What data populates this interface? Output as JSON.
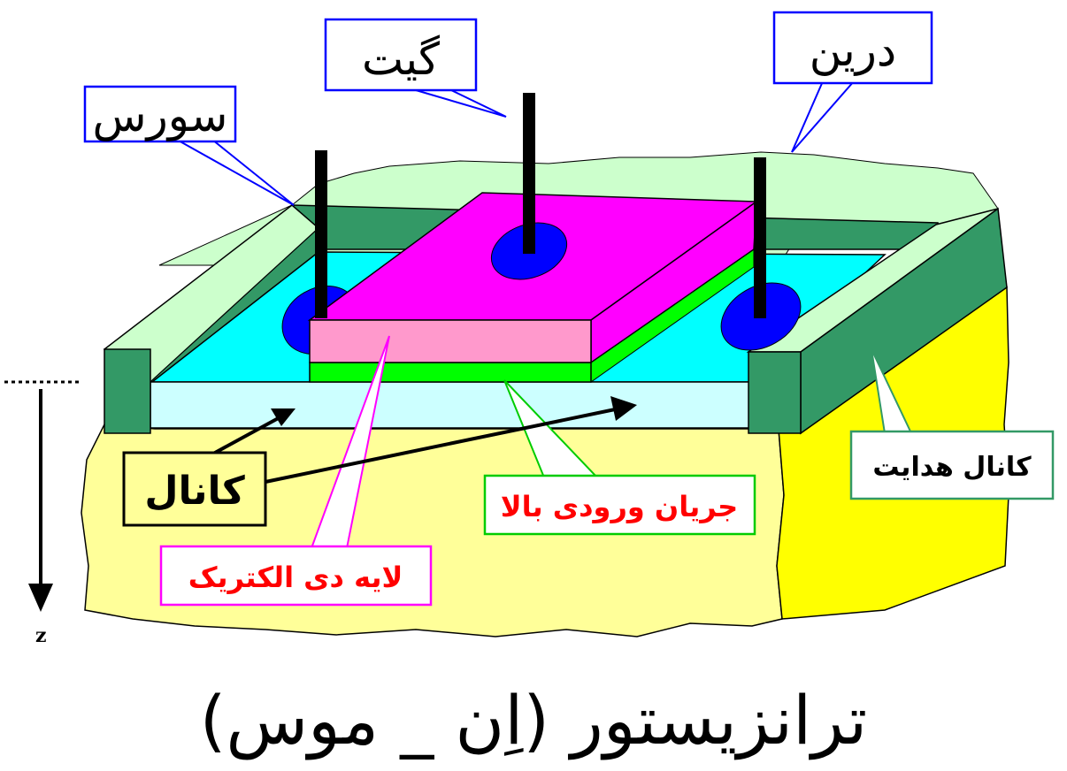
{
  "labels": {
    "source": "سورس",
    "gate": "گیت",
    "drain": "درین",
    "channel": "کانال",
    "conduction_channel": "کانال هدایت",
    "input_current": "جریان ورودی بالا",
    "dielectric_layer": "لایه دی الکتریک",
    "axis": "z"
  },
  "caption": "ترانزیستور (اِن _ موس)",
  "colors": {
    "substrate": "#ffff99",
    "substrate_side": "#ffff00",
    "wall": "#339966",
    "rim": "#ccffcc",
    "cavity": "#00ffff",
    "channel_layer": "#ccffff",
    "gate_top": "#ff00ff",
    "gate_front": "#ff99cc",
    "oxide": "#00ff00",
    "contact": "#0000ff",
    "callout_blue": "#0000ff",
    "callout_green": "#339966",
    "callout_lime": "#00cc00",
    "callout_magenta": "#ff00ff",
    "label_red": "#ff0000"
  }
}
